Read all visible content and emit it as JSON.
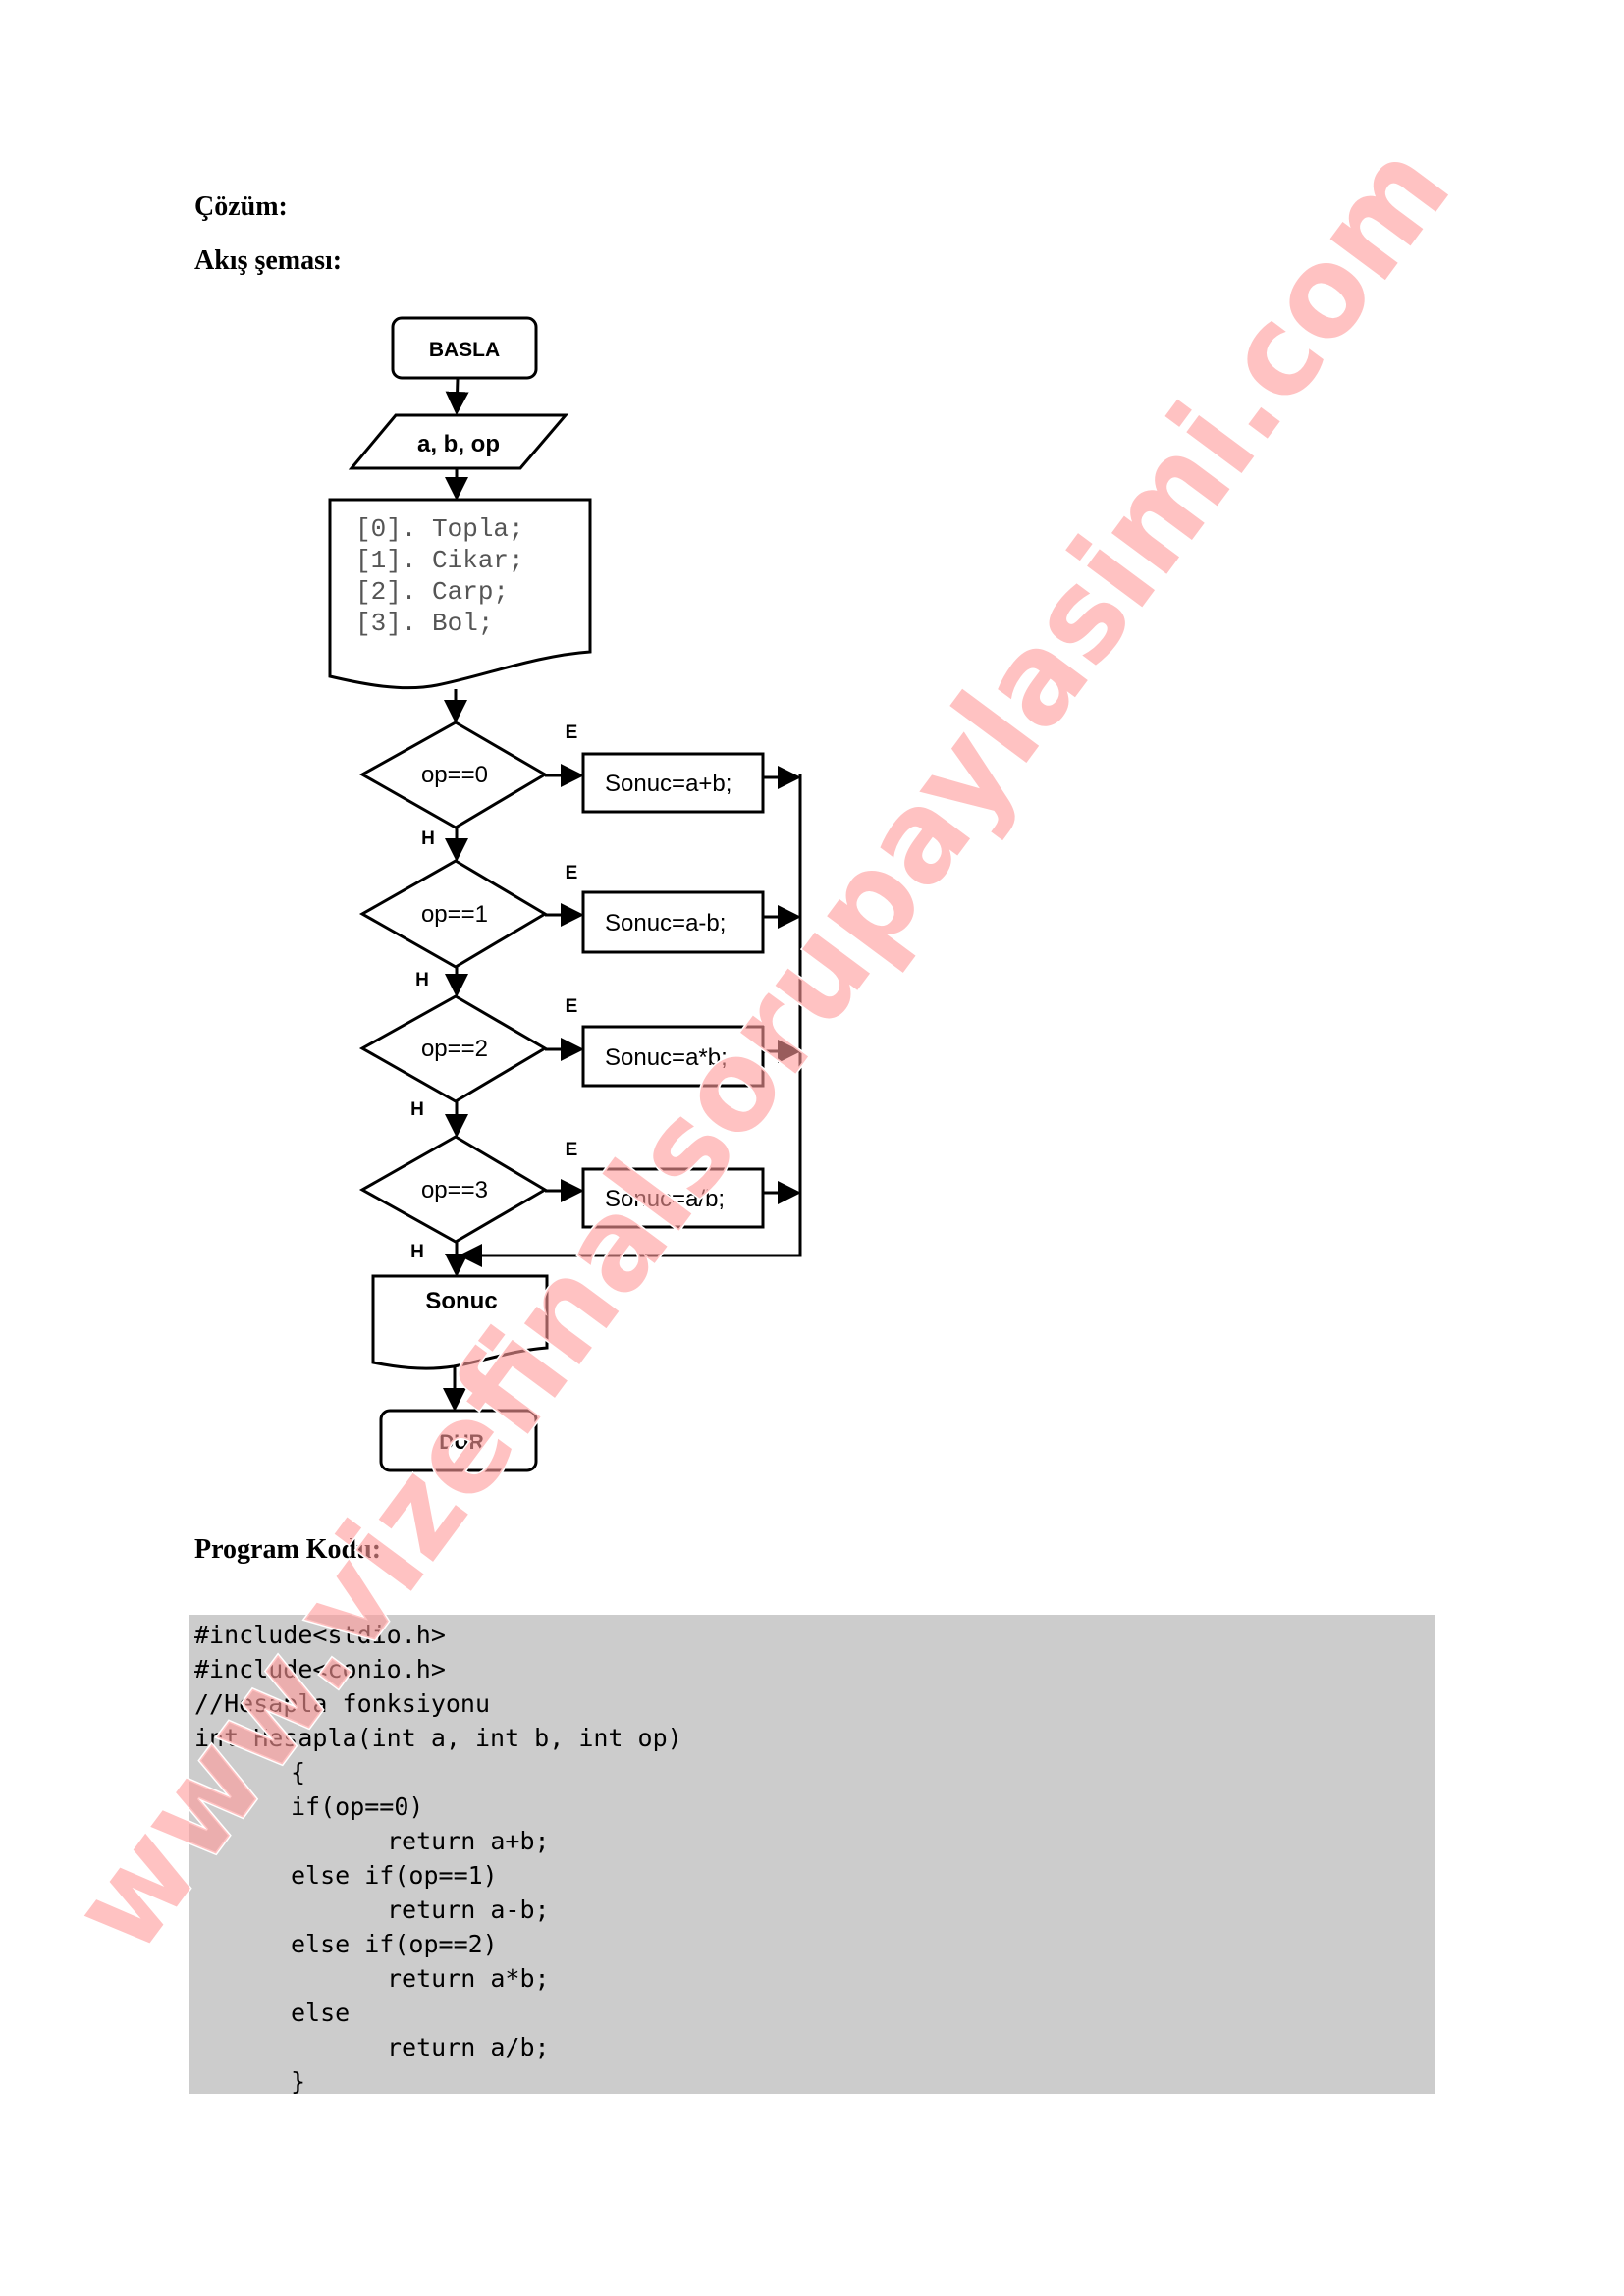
{
  "headings": {
    "solution": "Çözüm:",
    "flowchart": "Akış şeması:",
    "program_code": "Program Kodu:"
  },
  "flowchart": {
    "start": "BASLA",
    "input": "a, b, op",
    "menu_lines": [
      "[0]. Topla;",
      "[1]. Cikar;",
      "[2]. Carp;",
      "[3]. Bol;"
    ],
    "decisions": [
      "op==0",
      "op==1",
      "op==2",
      "op==3"
    ],
    "processes": [
      "Sonuc=a+b;",
      "Sonuc=a-b;",
      "Sonuc=a*b;",
      "Sonuc=a/b;"
    ],
    "yes_label": "E",
    "no_label": "H",
    "output": "Sonuc",
    "end": "DUR"
  },
  "code": {
    "lines": [
      "#include<stdio.h>",
      "#include<conio.h>",
      "//Hesapla fonksiyonu",
      "int Hesapla(int a, int b, int op)",
      "\t{",
      "\tif(op==0)",
      "\t\treturn a+b;",
      "\telse if(op==1)",
      "\t\treturn a-b;",
      "\telse if(op==2)",
      "\t\treturn a*b;",
      "\telse",
      "\t\treturn a/b;",
      "\t}"
    ]
  },
  "watermark": {
    "text": "www.vizefinalsorupaylasimi.com",
    "color": "#ff9a9a"
  }
}
